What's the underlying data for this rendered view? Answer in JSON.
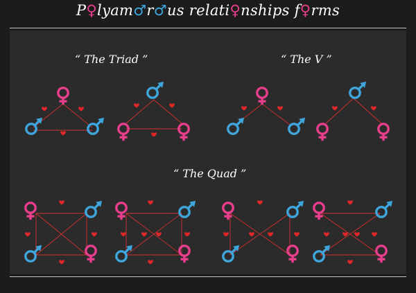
{
  "header": {
    "title_parts": [
      "P",
      "♀",
      "lyam",
      "♂",
      "r",
      "♂",
      "us relati",
      "♀",
      "nships f",
      "♀",
      "rms"
    ]
  },
  "sections": {
    "triad_label": "“ The Triad ”",
    "v_label": "“ The V ”",
    "quad_label": "“ The Quad ”"
  },
  "colors": {
    "background": "#1c1c1c",
    "panel": "#2b2b2b",
    "female": "#e83e8c",
    "male": "#3fa6dd",
    "line": "#d43030",
    "heart": "#e02828",
    "text": "#ffffff"
  },
  "icons": {
    "female": "female-symbol-icon",
    "male": "male-symbol-icon",
    "heart": "heart-icon"
  }
}
